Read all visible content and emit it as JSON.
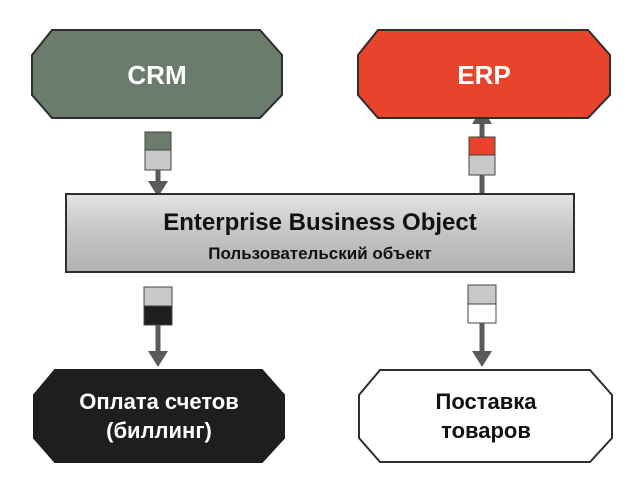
{
  "nodes": {
    "crm": {
      "label": "CRM"
    },
    "erp": {
      "label": "ERP"
    },
    "billing": {
      "line1": "Оплата счетов",
      "line2": "(биллинг)"
    },
    "supply": {
      "line1": "Поставка",
      "line2": "товаров"
    }
  },
  "center": {
    "title": "Enterprise Business Object",
    "subtitle": "Пользовательский объект"
  },
  "colors": {
    "crm": "#6b7b6c",
    "erp": "#e8442c",
    "billing": "#1e1e1e",
    "supply": "#ffffff",
    "center_fill": "#c9c9cb",
    "connector_light": "#c8c8c8",
    "arrow": "#5a5a5a"
  }
}
